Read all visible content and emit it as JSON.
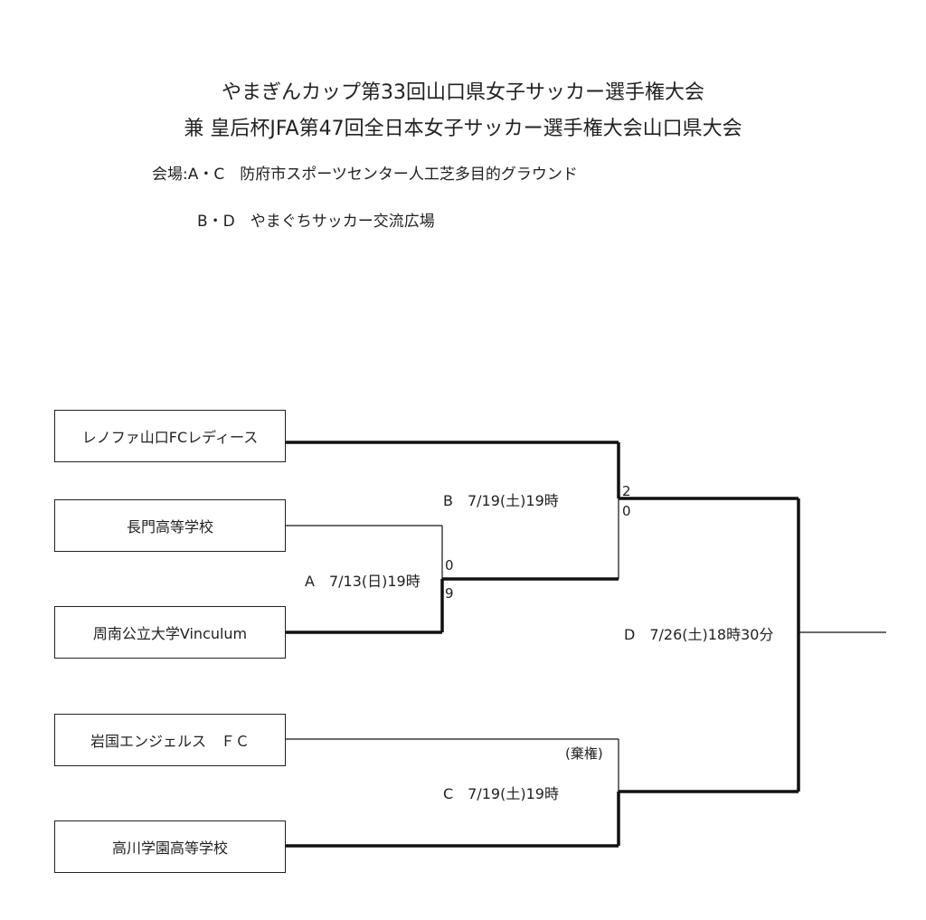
{
  "header": {
    "title1": "やまぎんカップ第33回山口県女子サッカー選手権大会",
    "title2": "兼 皇后杯JFA第47回全日本女子サッカー選手権大会山口県大会",
    "venue1": "会場:A・C　防府市スポーツセンター人工芝多目的グラウンド",
    "venue2": "B・D　やまぐちサッカー交流広場"
  },
  "teams": [
    "レノファ山口FCレディース",
    "長門高等学校",
    "周南公立大学Vinculum",
    "岩国エンジェルス　ＦＣ",
    "高川学園高等学校"
  ],
  "matches": {
    "A": {
      "label": "A　7/13(日)19時",
      "score_top": "0",
      "score_bottom": "9"
    },
    "B": {
      "label": "B　7/19(土)19時",
      "score_top": "2",
      "score_bottom": "0"
    },
    "C": {
      "label": "C　7/19(土)19時",
      "note": "(棄権)"
    },
    "D": {
      "label": "D　7/26(土)18時30分"
    }
  },
  "colors": {
    "line": "#111111",
    "text": "#222222",
    "background": "#ffffff"
  }
}
